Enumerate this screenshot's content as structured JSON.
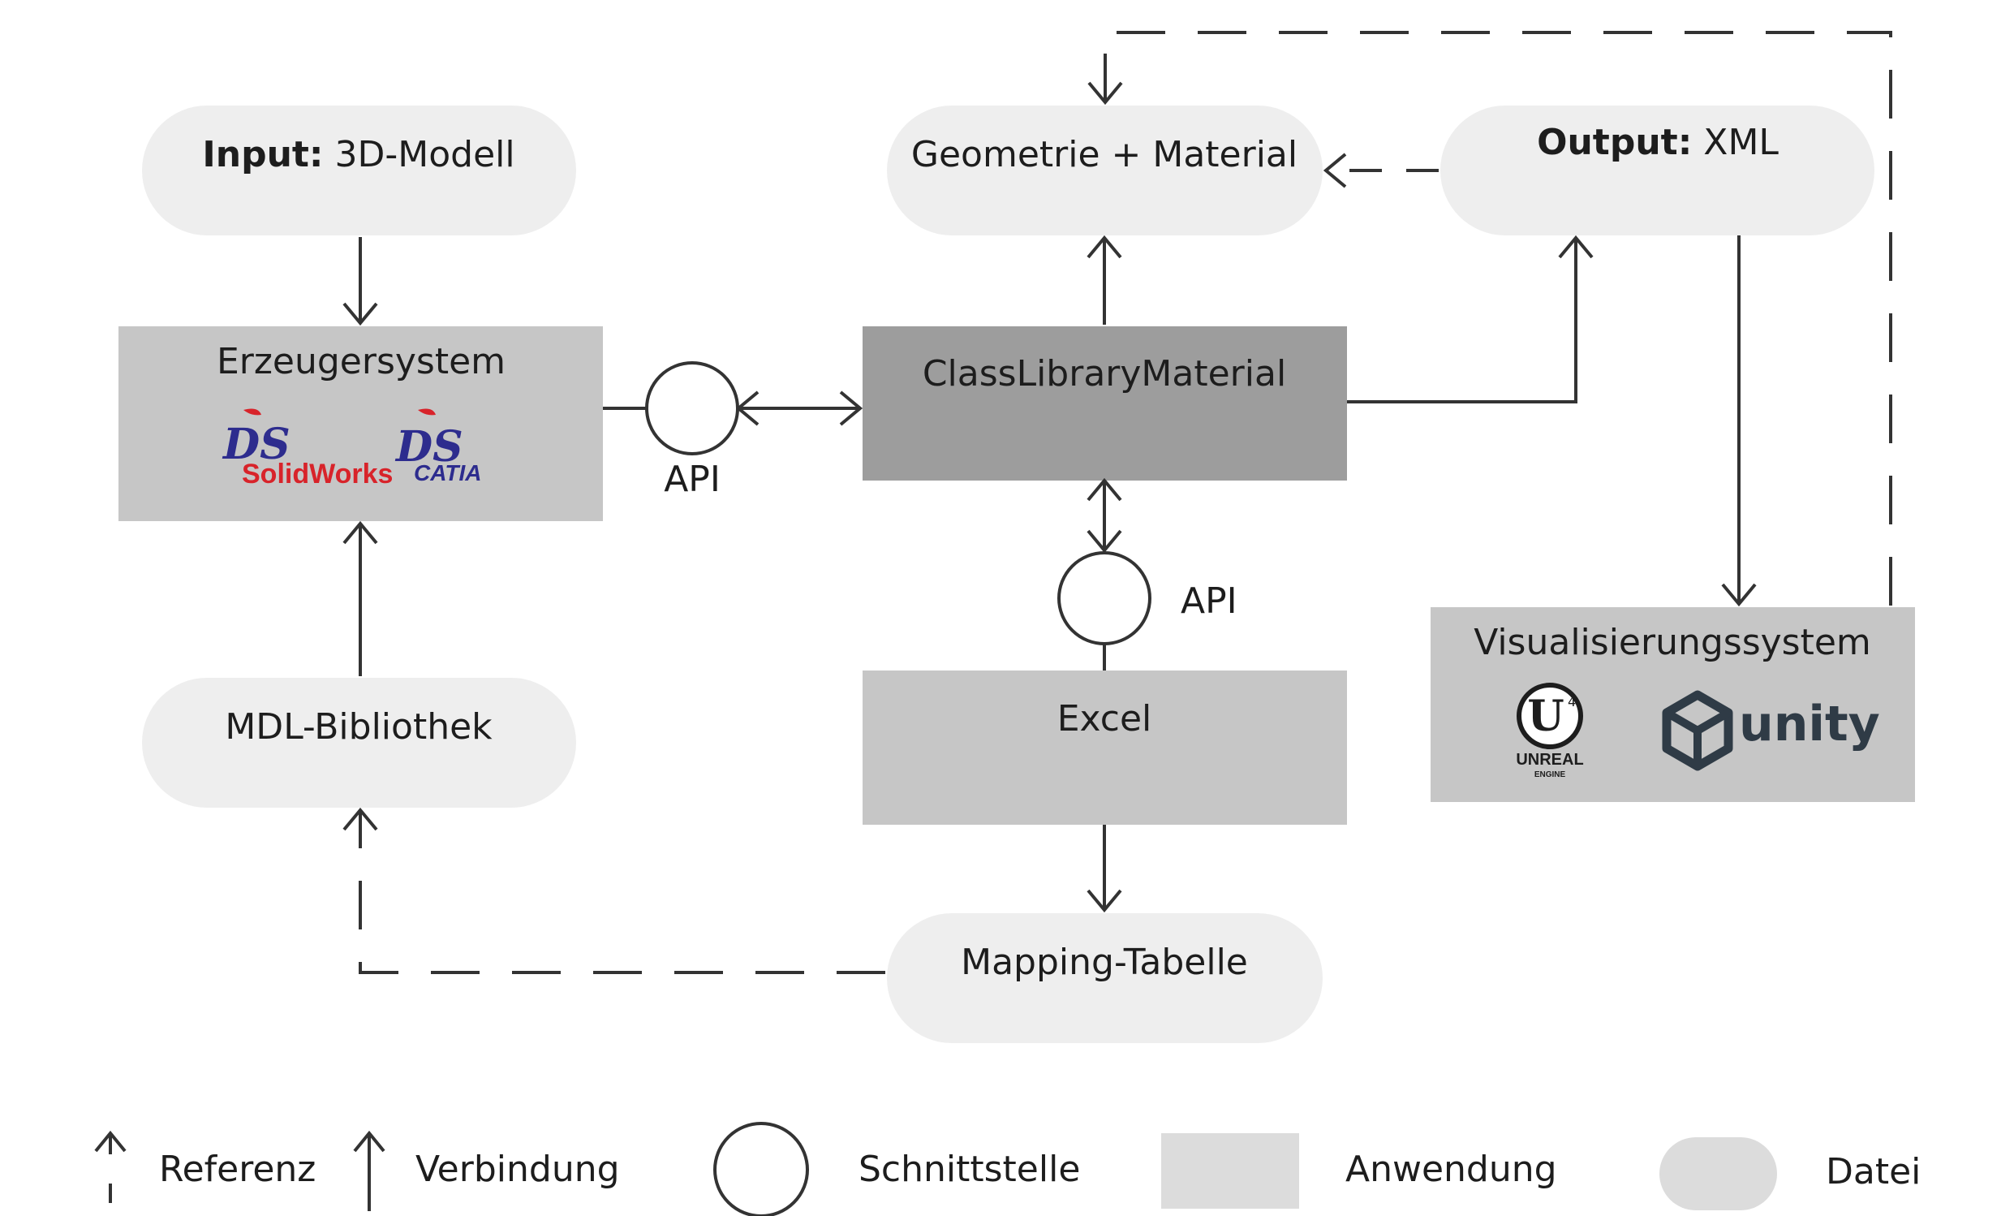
{
  "nodes": {
    "input": {
      "prefix": "Input:",
      "label": "3D-Modell"
    },
    "geometrie": {
      "label": "Geometrie + Material"
    },
    "output": {
      "prefix": "Output:",
      "label": "XML"
    },
    "erzeuger": {
      "label": "Erzeugersystem",
      "logos": [
        "SolidWorks",
        "CATIA"
      ],
      "logo_mark": "DS"
    },
    "classlib": {
      "label": "ClassLibraryMaterial"
    },
    "visual": {
      "label": "Visualisierungssystem",
      "logos": {
        "unreal_top": "UNREAL",
        "unreal_bottom": "ENGINE",
        "unity": "unity"
      }
    },
    "mdl": {
      "label": "MDL-Bibliothek"
    },
    "excel": {
      "label": "Excel"
    },
    "mapping": {
      "label": "Mapping-Tabelle"
    }
  },
  "interfaces": {
    "api_left": "API",
    "api_middle": "API"
  },
  "legend": {
    "referenz": "Referenz",
    "verbindung": "Verbindung",
    "schnittstelle": "Schnittstelle",
    "anwendung": "Anwendung",
    "datei": "Datei"
  },
  "colors": {
    "file": "#eeeeee",
    "application": "#c6c6c6",
    "application_highlight": "#9d9d9d",
    "lines": "#333333",
    "solidworks_red": "#d8232a",
    "catia_blue": "#2d2c8e",
    "ds_orange": "#f0a12a"
  }
}
